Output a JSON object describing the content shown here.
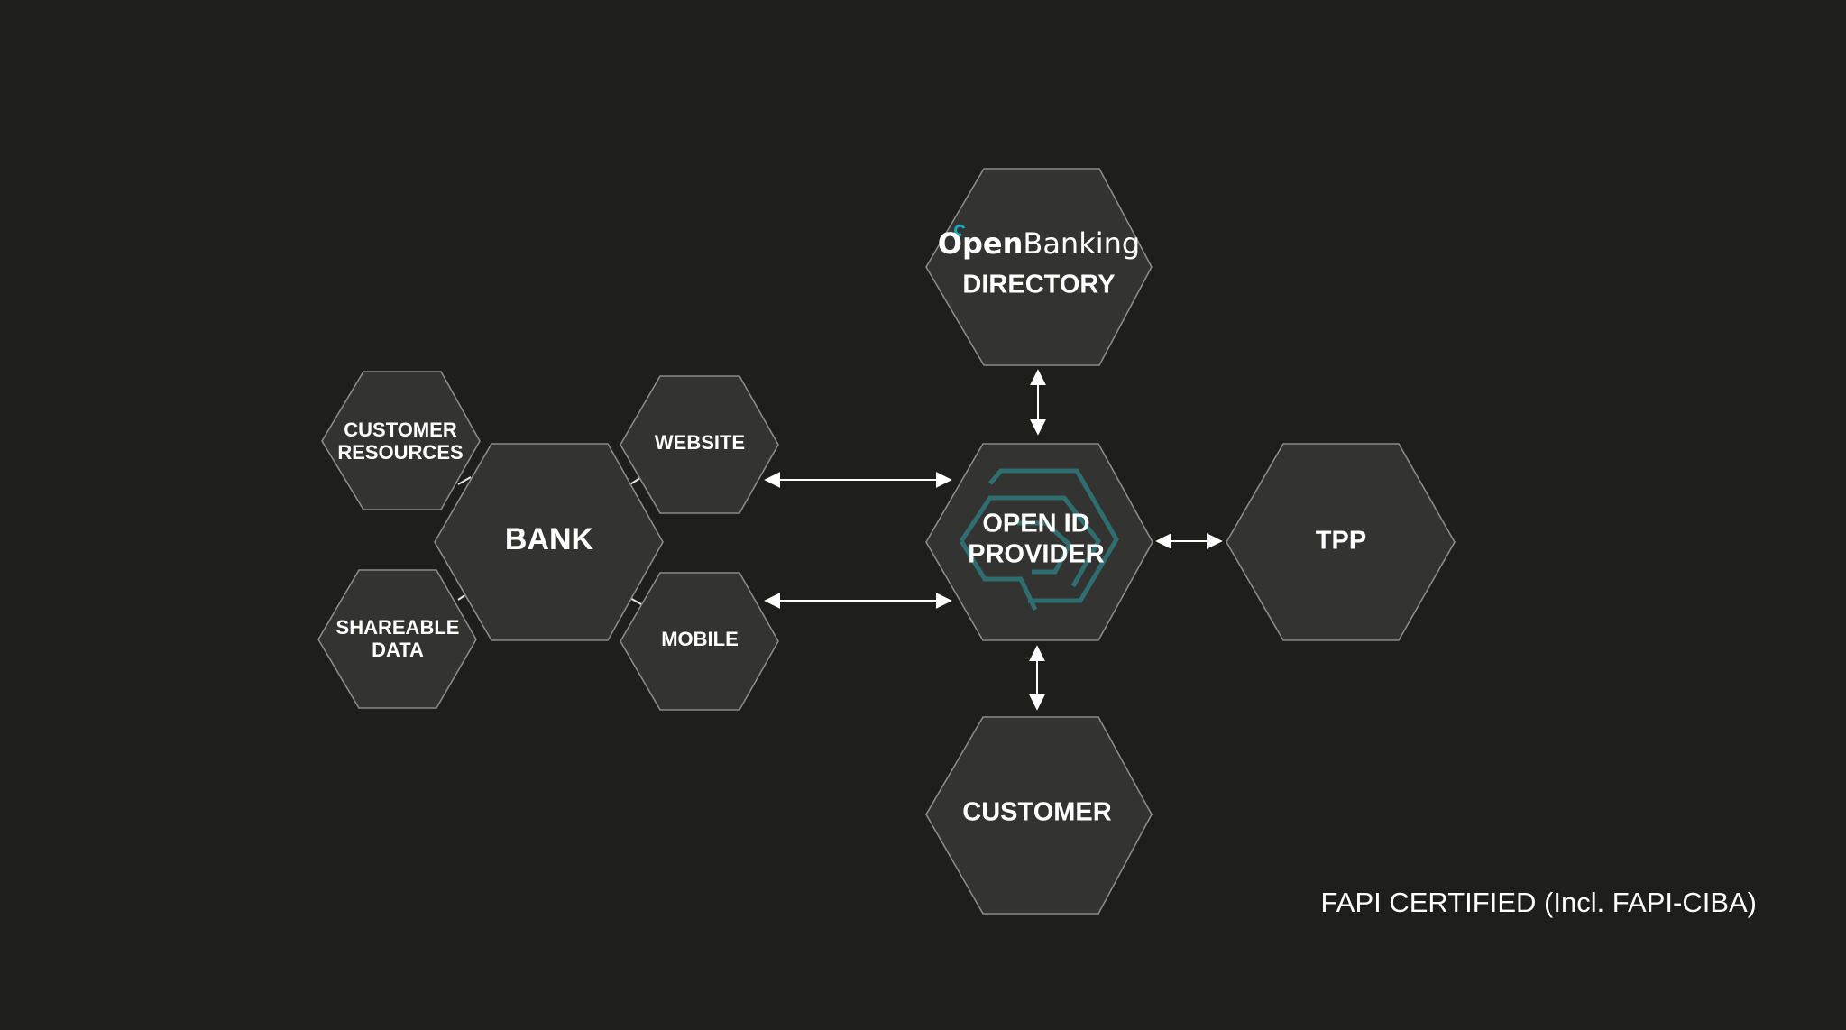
{
  "nodes": {
    "customer_resources": [
      "CUSTOMER",
      "RESOURCES"
    ],
    "bank": "BANK",
    "website": "WEBSITE",
    "shareable_data": [
      "SHAREABLE",
      "DATA"
    ],
    "mobile": "MOBILE",
    "directory": {
      "brand_strong": "Open",
      "brand_light": "Banking",
      "label": "DIRECTORY"
    },
    "open_id_provider": [
      "OPEN ID",
      "PROVIDER"
    ],
    "tpp": "TPP",
    "customer": "CUSTOMER"
  },
  "footnote": "FAPI CERTIFIED (Incl. FAPI-CIBA)",
  "colors": {
    "background": "#1e1e1d",
    "hex_fill": "#333332",
    "hex_stroke": "#8a8a88",
    "text": "#ffffff",
    "logo_teal": "#2f6e70",
    "logo_accent": "#1aa6b7"
  }
}
